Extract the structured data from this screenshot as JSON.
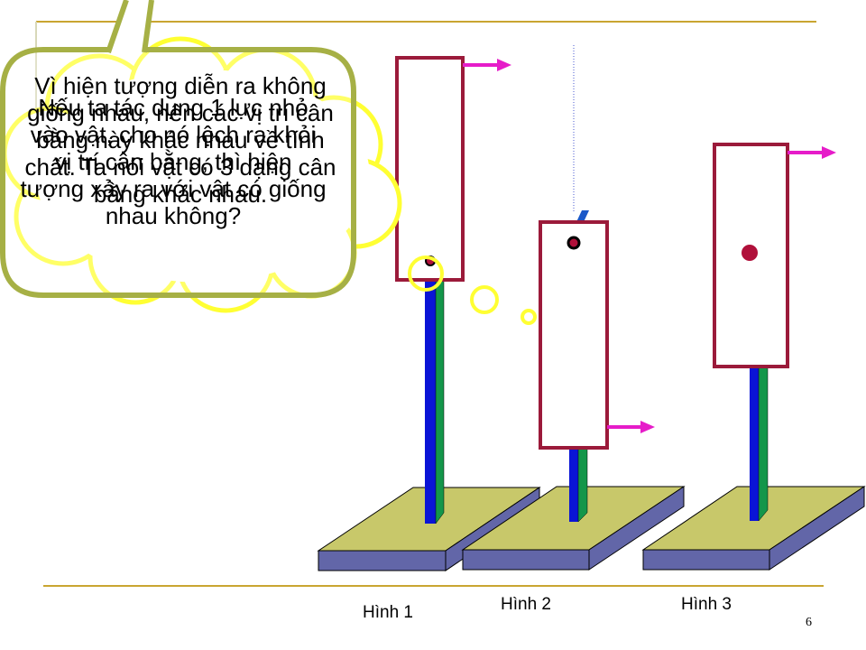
{
  "colors": {
    "frame_line": "#c9a531",
    "frame_edge": "#d8d8b8",
    "base_top": "#c8c86a",
    "base_side": "#6266a8",
    "rod_blue": "#0a14d6",
    "rod_green": "#14964a",
    "block_border": "#9b1a3a",
    "arrow": "#e61cc9",
    "dot_red": "#b0103a",
    "thought_fill": "#ffff33",
    "speech_border": "#a6b045",
    "speech_fill": "#ffffff"
  },
  "icons": [
    "thought-cloud",
    "speech-bubble",
    "force-arrow",
    "center-of-mass-dot"
  ],
  "thought_bubble": {
    "text": "Nếu ta tác dụng 1 lực nhỏ vào vật, cho nó lệch ra khỏi vị trí cân bằng, thì hiện tượng xảy ra với vật có giống nhau không?"
  },
  "speech_bubble": {
    "text": "Vì hiện tượng diễn ra không giống nhau, nên các vị trí cân bằng này khác nhau về tính chất. Ta nói vật có 3 dạng cân bằng khác nhau."
  },
  "figures": [
    {
      "caption": "Hình 1"
    },
    {
      "caption": "Hình 2"
    },
    {
      "caption": "Hình 3"
    }
  ],
  "page_number": "6"
}
